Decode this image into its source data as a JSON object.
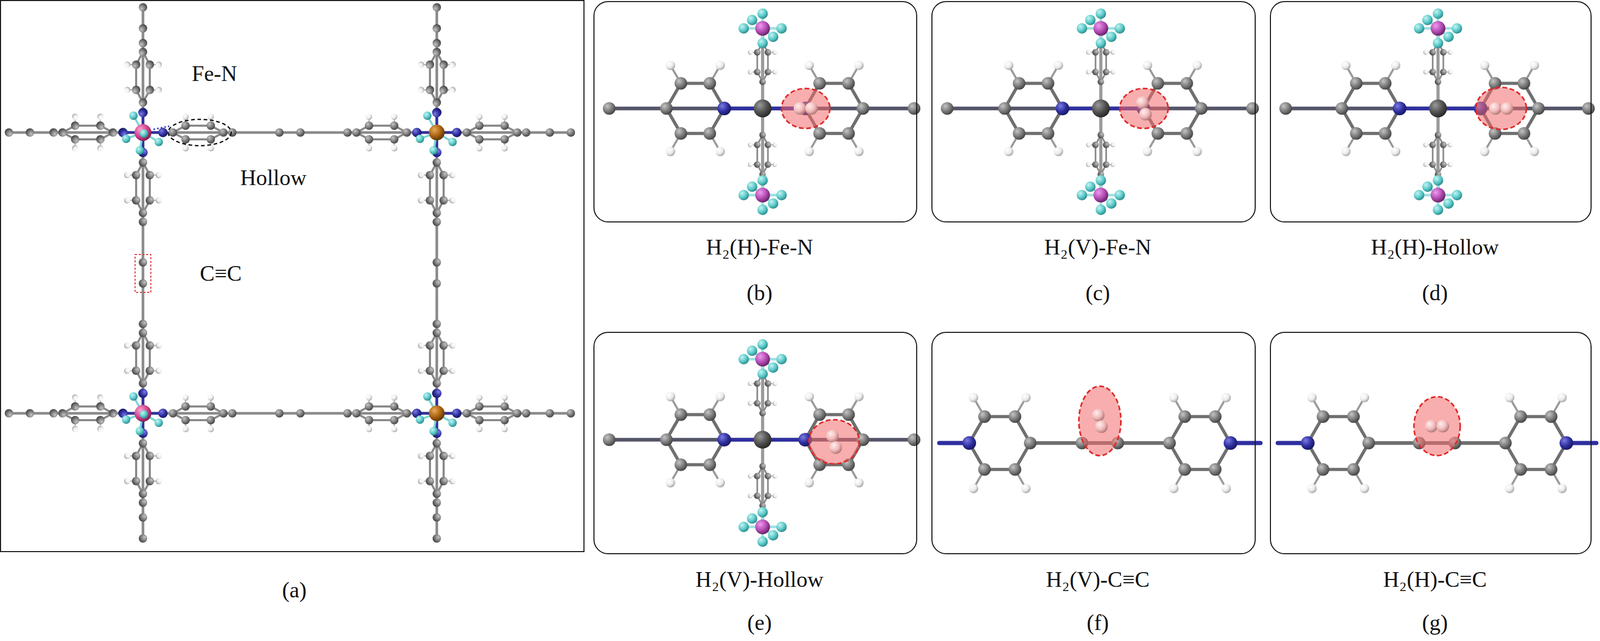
{
  "diagram": {
    "nodes": [
      {
        "text": [
          "(a)"
        ]
      },
      {
        "text": [
          "H₂(H)-Fe-N",
          "(b)"
        ]
      },
      {
        "text": [
          "H₂(V)-Fe-N",
          "(c)"
        ]
      },
      {
        "text": [
          "H₂(H)-Hollow",
          "(d)"
        ]
      },
      {
        "text": [
          "H₂(V)-Hollow",
          "(e)"
        ]
      },
      {
        "text": [
          "H₂(V)-C≡C",
          "(f)"
        ]
      },
      {
        "text": [
          "H₂(H)-C≡C",
          "(g)"
        ]
      }
    ],
    "labels": [
      "Fe-N",
      "Hollow",
      "C≡C"
    ]
  }
}
